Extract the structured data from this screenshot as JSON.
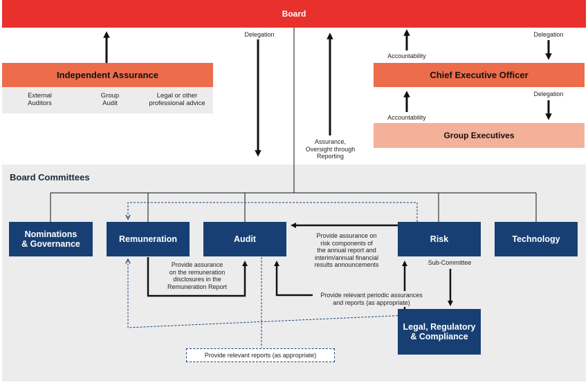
{
  "board": {
    "label": "Board"
  },
  "independent_assurance": {
    "label": "Independent Assurance",
    "items": [
      "External\nAuditors",
      "Group\nAudit",
      "Legal or other\nprofessional advice"
    ]
  },
  "ceo": {
    "label": "Chief Executive Officer"
  },
  "group_executives": {
    "label": "Group Executives"
  },
  "flows": {
    "delegation_board": "Delegation",
    "assurance": "Assurance,\nOversight through\nReporting",
    "accountability_ceo": "Accountability",
    "delegation_ceo": "Delegation",
    "accountability_exec": "Accountability",
    "delegation_exec": "Delegation"
  },
  "committees": {
    "title": "Board Committees",
    "nominations": "Nominations\n& Governance",
    "remuneration": "Remuneration",
    "audit": "Audit",
    "risk": "Risk",
    "technology": "Technology",
    "legal": "Legal, Regulatory\n& Compliance",
    "sub_committee": "Sub-Committee",
    "risk_to_audit": "Provide assurance on\nrisk components of\nthe annual report and\ninterim/annual financial\nresults announcements",
    "remuneration_to_audit": "Provide assurance\non the remuneration\ndisclosures in the\nRemuneration Report",
    "legal_to_audit": "Provide relevant periodic assurances\nand reports (as appropriate)",
    "reports": "Provide relevant reports (as appropriate)"
  },
  "colors": {
    "board": "#e8302c",
    "orange": "#ec6c4b",
    "peach": "#f4b199",
    "navy": "#173f73",
    "panel": "#ececec"
  }
}
